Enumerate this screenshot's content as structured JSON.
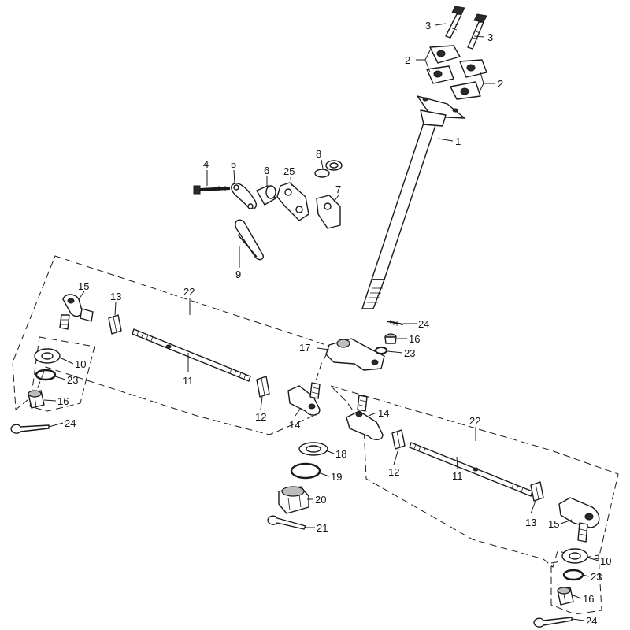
{
  "callouts": [
    {
      "id": "c3a",
      "text": "3"
    },
    {
      "id": "c3b",
      "text": "3"
    },
    {
      "id": "c2a",
      "text": "2"
    },
    {
      "id": "c2b",
      "text": "2"
    },
    {
      "id": "c1",
      "text": "1"
    },
    {
      "id": "c8",
      "text": "8"
    },
    {
      "id": "c4",
      "text": "4"
    },
    {
      "id": "c5",
      "text": "5"
    },
    {
      "id": "c6",
      "text": "6"
    },
    {
      "id": "c25",
      "text": "25"
    },
    {
      "id": "c7",
      "text": "7"
    },
    {
      "id": "c9",
      "text": "9"
    },
    {
      "id": "c15a",
      "text": "15"
    },
    {
      "id": "c13a",
      "text": "13"
    },
    {
      "id": "c22a",
      "text": "22"
    },
    {
      "id": "c24a",
      "text": "24"
    },
    {
      "id": "c16a",
      "text": "16"
    },
    {
      "id": "c17",
      "text": "17"
    },
    {
      "id": "c23a",
      "text": "23"
    },
    {
      "id": "c10a",
      "text": "10"
    },
    {
      "id": "c23b",
      "text": "23"
    },
    {
      "id": "c11a",
      "text": "11"
    },
    {
      "id": "c16b",
      "text": "16"
    },
    {
      "id": "c12a",
      "text": "12"
    },
    {
      "id": "c14a",
      "text": "14"
    },
    {
      "id": "c24b",
      "text": "24"
    },
    {
      "id": "c14b",
      "text": "14"
    },
    {
      "id": "c22b",
      "text": "22"
    },
    {
      "id": "c18",
      "text": "18"
    },
    {
      "id": "c19",
      "text": "19"
    },
    {
      "id": "c12b",
      "text": "12"
    },
    {
      "id": "c11b",
      "text": "11"
    },
    {
      "id": "c20",
      "text": "20"
    },
    {
      "id": "c13b",
      "text": "13"
    },
    {
      "id": "c15b",
      "text": "15"
    },
    {
      "id": "c21",
      "text": "21"
    },
    {
      "id": "c10b",
      "text": "10"
    },
    {
      "id": "c23c",
      "text": "23"
    },
    {
      "id": "c16c",
      "text": "16"
    },
    {
      "id": "c24c",
      "text": "24"
    }
  ]
}
